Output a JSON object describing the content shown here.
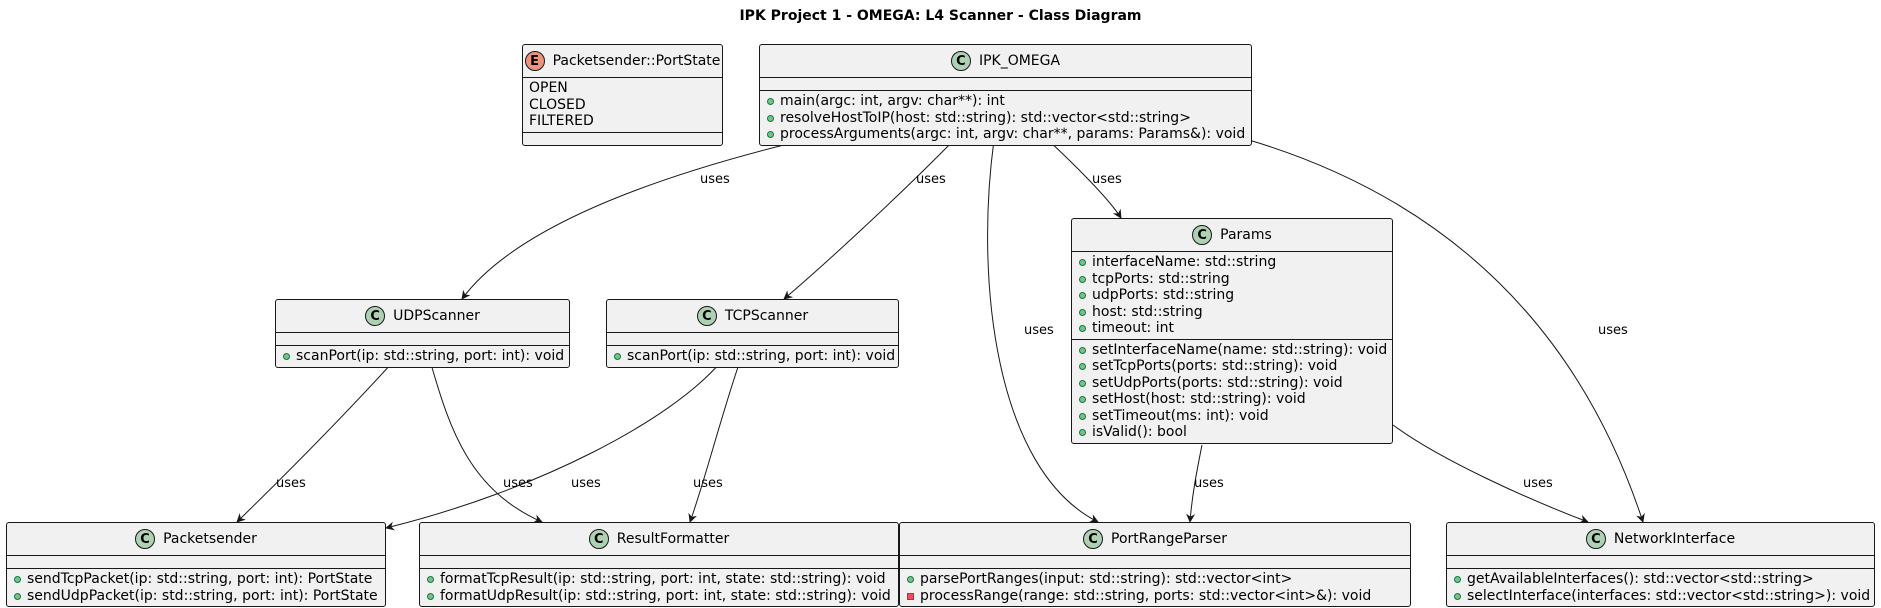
{
  "diagram": {
    "title": "IPK Project 1 - OMEGA: L4 Scanner - Class Diagram",
    "enums": [
      {
        "name": "Packetsender::PortState",
        "values": [
          "OPEN",
          "CLOSED",
          "FILTERED"
        ]
      }
    ],
    "classes": [
      {
        "name": "IPK_OMEGA",
        "fields": [],
        "methods": [
          {
            "vis": "public",
            "text": "main(argc: int, argv: char**): int"
          },
          {
            "vis": "public",
            "text": "resolveHostToIP(host: std::string): std::vector<std::string>"
          },
          {
            "vis": "public",
            "text": "processArguments(argc: int, argv: char**, params: Params&): void"
          }
        ]
      },
      {
        "name": "UDPScanner",
        "fields": [],
        "methods": [
          {
            "vis": "public",
            "text": "scanPort(ip: std::string, port: int): void"
          }
        ]
      },
      {
        "name": "TCPScanner",
        "fields": [],
        "methods": [
          {
            "vis": "public",
            "text": "scanPort(ip: std::string, port: int): void"
          }
        ]
      },
      {
        "name": "Params",
        "fields": [
          {
            "vis": "public",
            "text": "interfaceName: std::string"
          },
          {
            "vis": "public",
            "text": "tcpPorts: std::string"
          },
          {
            "vis": "public",
            "text": "udpPorts: std::string"
          },
          {
            "vis": "public",
            "text": "host: std::string"
          },
          {
            "vis": "public",
            "text": "timeout: int"
          }
        ],
        "methods": [
          {
            "vis": "public",
            "text": "setInterfaceName(name: std::string): void"
          },
          {
            "vis": "public",
            "text": "setTcpPorts(ports: std::string): void"
          },
          {
            "vis": "public",
            "text": "setUdpPorts(ports: std::string): void"
          },
          {
            "vis": "public",
            "text": "setHost(host: std::string): void"
          },
          {
            "vis": "public",
            "text": "setTimeout(ms: int): void"
          },
          {
            "vis": "public",
            "text": "isValid(): bool"
          }
        ]
      },
      {
        "name": "Packetsender",
        "fields": [],
        "methods": [
          {
            "vis": "public",
            "text": "sendTcpPacket(ip: std::string, port: int): PortState"
          },
          {
            "vis": "public",
            "text": "sendUdpPacket(ip: std::string, port: int): PortState"
          }
        ]
      },
      {
        "name": "ResultFormatter",
        "fields": [],
        "methods": [
          {
            "vis": "public",
            "text": "formatTcpResult(ip: std::string, port: int, state: std::string): void"
          },
          {
            "vis": "public",
            "text": "formatUdpResult(ip: std::string, port: int, state: std::string): void"
          }
        ]
      },
      {
        "name": "PortRangeParser",
        "fields": [],
        "methods": [
          {
            "vis": "public",
            "text": "parsePortRanges(input: std::string): std::vector<int>"
          },
          {
            "vis": "private",
            "text": "processRange(range: std::string, ports: std::vector<int>&): void"
          }
        ]
      },
      {
        "name": "NetworkInterface",
        "fields": [],
        "methods": [
          {
            "vis": "public",
            "text": "getAvailableInterfaces(): std::vector<std::string>"
          },
          {
            "vis": "public",
            "text": "selectInterface(interfaces: std::vector<std::string>): void"
          }
        ]
      }
    ],
    "relations": [
      {
        "from": "IPK_OMEGA",
        "to": "UDPScanner",
        "label": "uses"
      },
      {
        "from": "IPK_OMEGA",
        "to": "TCPScanner",
        "label": "uses"
      },
      {
        "from": "IPK_OMEGA",
        "to": "PortRangeParser",
        "label": "uses"
      },
      {
        "from": "IPK_OMEGA",
        "to": "Params",
        "label": "uses"
      },
      {
        "from": "IPK_OMEGA",
        "to": "NetworkInterface",
        "label": "uses"
      },
      {
        "from": "UDPScanner",
        "to": "Packetsender",
        "label": "uses"
      },
      {
        "from": "UDPScanner",
        "to": "ResultFormatter",
        "label": "uses"
      },
      {
        "from": "TCPScanner",
        "to": "Packetsender",
        "label": "uses"
      },
      {
        "from": "TCPScanner",
        "to": "ResultFormatter",
        "label": "uses"
      },
      {
        "from": "Params",
        "to": "PortRangeParser",
        "label": "uses"
      },
      {
        "from": "Params",
        "to": "NetworkInterface",
        "label": "uses"
      }
    ]
  }
}
